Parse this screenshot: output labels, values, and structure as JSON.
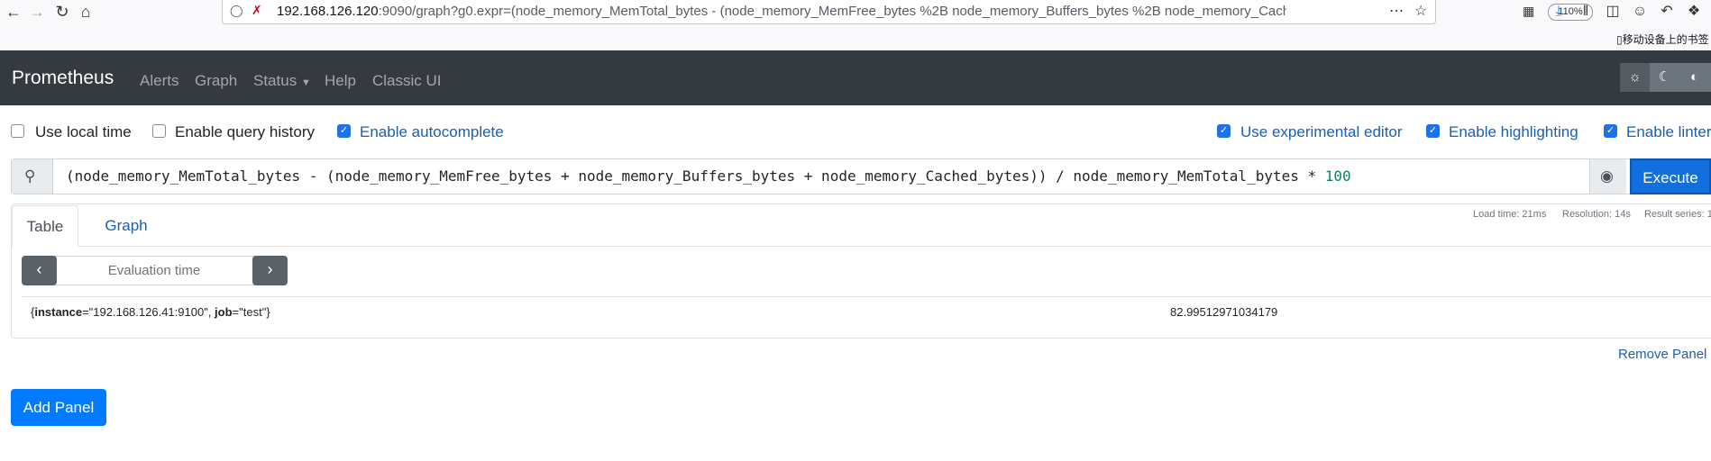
{
  "browser": {
    "url_host": "192.168.126.120",
    "url_rest": ":9090/graph?g0.expr=(node_memory_MemTotal_bytes - (node_memory_MemFree_bytes %2B node_memory_Buffers_bytes %2B node_memory_Cached_by",
    "zoom": "110%",
    "mobile_bookmarks": "移动设备上的书签"
  },
  "navbar": {
    "brand": "Prometheus",
    "links": [
      "Alerts",
      "Graph",
      "Status",
      "Help",
      "Classic UI"
    ]
  },
  "options": {
    "use_local_time": "Use local time",
    "enable_query_history": "Enable query history",
    "enable_autocomplete": "Enable autocomplete",
    "use_experimental_editor": "Use experimental editor",
    "enable_highlighting": "Enable highlighting",
    "enable_linter": "Enable linter"
  },
  "query": {
    "expr_main": "(node_memory_MemTotal_bytes - (node_memory_MemFree_bytes + node_memory_Buffers_bytes + node_memory_Cached_bytes)) / node_memory_MemTotal_bytes * ",
    "expr_number": "100",
    "execute_label": "Execute"
  },
  "stats": {
    "load_time": "Load time: 21ms",
    "resolution": "Resolution: 14s",
    "result_series": "Result series: 1"
  },
  "panel": {
    "tabs": [
      "Table",
      "Graph"
    ],
    "eval_placeholder": "Evaluation time",
    "result": {
      "open": "{",
      "label1_key": "instance",
      "label1_val": "=\"192.168.126.41:9100\", ",
      "label2_key": "job",
      "label2_val": "=\"test\"}",
      "value": "82.99512971034179"
    },
    "remove_label": "Remove Panel"
  },
  "add_panel_label": "Add Panel",
  "colors": {
    "navbar": "#343a40",
    "primary": "#007bff",
    "link": "#1a5fb4"
  }
}
